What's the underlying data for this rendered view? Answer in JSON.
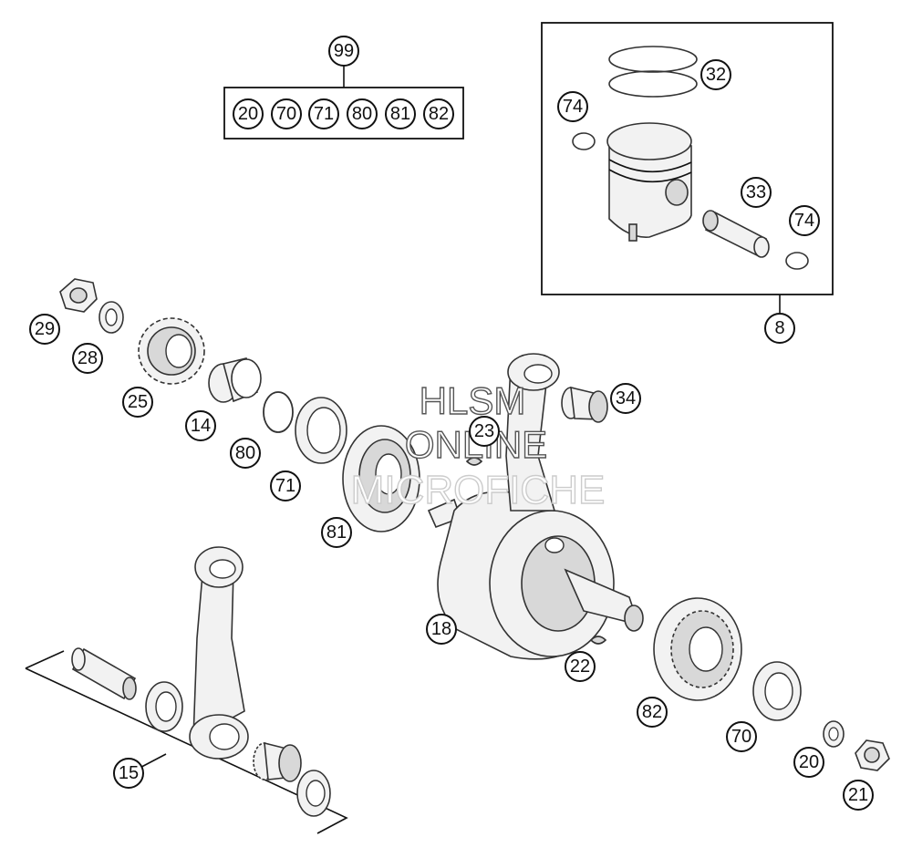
{
  "callouts": {
    "c99": "99",
    "kit": [
      "20",
      "70",
      "71",
      "80",
      "81",
      "82"
    ],
    "c32": "32",
    "c74a": "74",
    "c33": "33",
    "c74b": "74",
    "c8": "8",
    "c29": "29",
    "c28": "28",
    "c25": "25",
    "c14": "14",
    "c80": "80",
    "c71": "71",
    "c81": "81",
    "c23": "23",
    "c34": "34",
    "c18": "18",
    "c22": "22",
    "c82": "82",
    "c70": "70",
    "c20": "20",
    "c21": "21",
    "c15": "15"
  },
  "watermark": {
    "line1": "HLSM",
    "line2": "ONLINE",
    "line3": "MICROFICHE"
  }
}
